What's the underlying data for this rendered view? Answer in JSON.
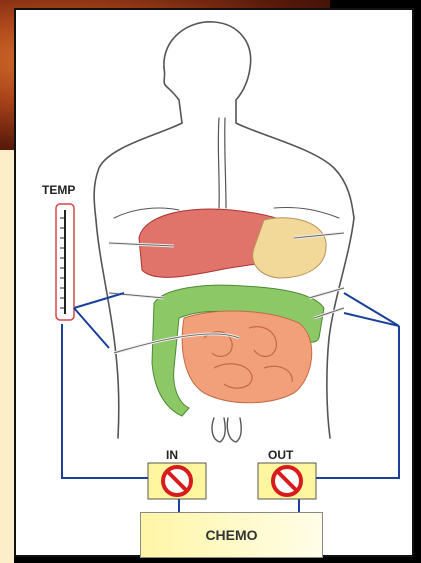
{
  "labels": {
    "temp": "TEMP",
    "in": "IN",
    "out": "OUT",
    "chemo": "CHEMO"
  },
  "colors": {
    "tubing": "#1b3f9a",
    "valve_box": "#fff7a0",
    "prohibit_sign": "#d81b1b",
    "liver": "#e0736a",
    "colon": "#8cc866",
    "small_intestine": "#f2a07a",
    "stomach": "#f2d99a"
  },
  "icons": [
    "thermometer-icon",
    "no-entry-icon-in",
    "no-entry-icon-out"
  ]
}
